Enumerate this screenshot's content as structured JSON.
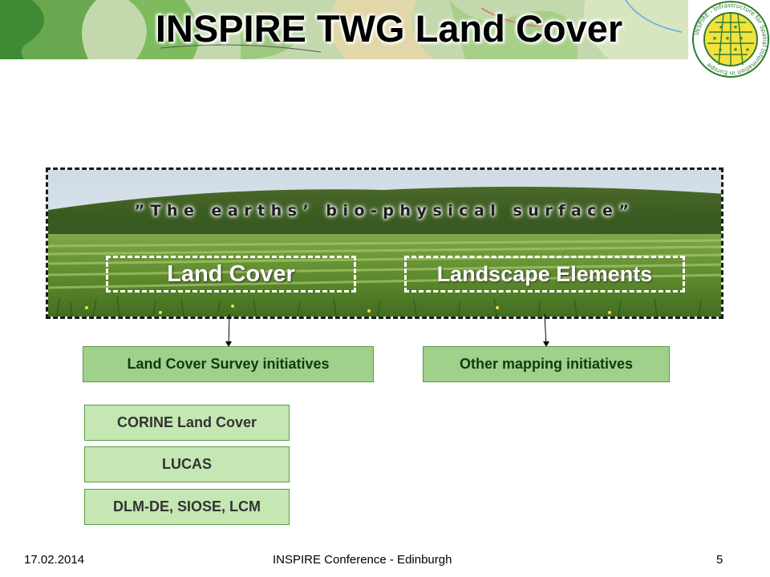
{
  "slide": {
    "title": "INSPIRE TWG Land Cover",
    "quote": "”The earths’ bio-physical surface”",
    "land_cover_label": "Land Cover",
    "landscape_elements_label": "Landscape Elements",
    "land_cover_survey": "Land Cover Survey initiatives",
    "other_mapping": "Other mapping initiatives",
    "survey_items": [
      "CORINE Land Cover",
      "LUCAS",
      "DLM-DE, SIOSE, LCM"
    ]
  },
  "logo": {
    "top_text": "INSPIRE",
    "ring_text": "INSPIRE - Infrastructure for Spatial Information in Europe"
  },
  "footer": {
    "date": "17.02.2014",
    "event": "INSPIRE Conference - Edinburgh",
    "page": "5"
  },
  "colors": {
    "box_fill": "#b5e0a0",
    "box_border": "#5b9a45",
    "logo_yellow": "#f2e23c",
    "logo_green": "#2e7d32"
  }
}
